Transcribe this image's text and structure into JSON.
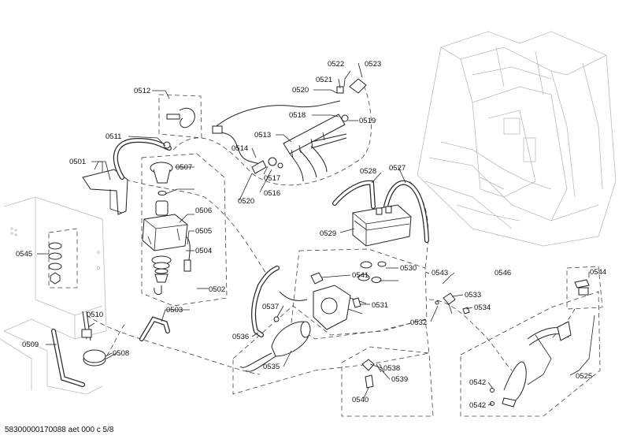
{
  "diagram": {
    "footer": "58300000170088 aet 000 c 5/8",
    "parts": [
      "0501",
      "0502",
      "0503",
      "0504",
      "0505",
      "0506",
      "0507",
      "0508",
      "0509",
      "0510",
      "0511",
      "0512",
      "0513",
      "0514",
      "0516",
      "0517",
      "0518",
      "0519",
      "0520",
      "0520",
      "0521",
      "0522",
      "0523",
      "0525",
      "0527",
      "0528",
      "0529",
      "0530",
      "0531",
      "0532",
      "0533",
      "0534",
      "0535",
      "0536",
      "0537",
      "0538",
      "0539",
      "0540",
      "0541",
      "0542",
      "0542",
      "0543",
      "0544",
      "0545",
      "0546"
    ]
  }
}
